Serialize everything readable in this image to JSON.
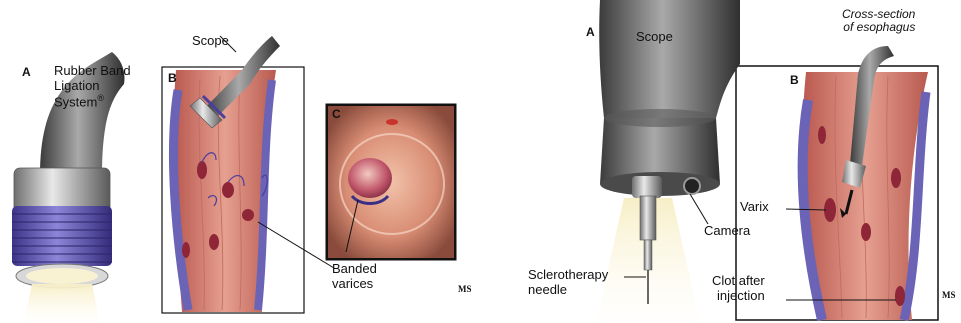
{
  "left_figure": {
    "panel_a": "A",
    "device_label_lines": [
      "Rubber Band",
      "Ligation",
      "System"
    ],
    "device_label_mark": "®",
    "scope_label": "Scope",
    "panel_b": "B",
    "panel_c": "C",
    "banded_label_lines": [
      "Banded",
      "varices"
    ],
    "logo": "MS"
  },
  "right_figure": {
    "panel_a": "A",
    "scope_label": "Scope",
    "cross_section_lines": [
      "Cross-section",
      "of esophagus"
    ],
    "panel_b": "B",
    "varix_label": "Varix",
    "camera_label": "Camera",
    "needle_label_lines": [
      "Sclerotherapy",
      "needle"
    ],
    "clot_label_lines": [
      "Clot after",
      "injection"
    ],
    "logo": "MS"
  },
  "colors": {
    "band_purple": "#5a4fb0",
    "tissue_pink": "#d9897d",
    "vein_purple": "#6b63b5",
    "scope_gray": "#6e6e6e",
    "light_beam": "#f3e6b3"
  }
}
